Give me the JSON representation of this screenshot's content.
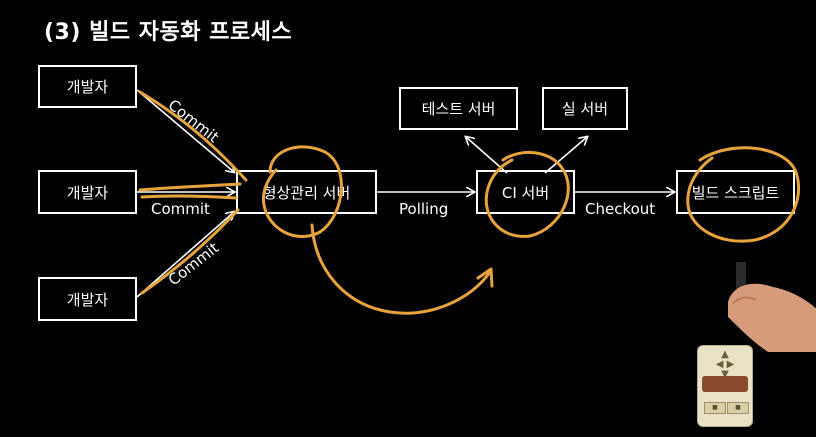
{
  "title": "(3) 빌드 자동화 프로세스",
  "boxes": {
    "dev1": "개발자",
    "dev2": "개발자",
    "dev3": "개발자",
    "vcs": "형상관리 서버",
    "ci": "CI 서버",
    "test": "테스트 서버",
    "real": "실 서버",
    "build": "빌드 스크립트"
  },
  "edge_labels": {
    "commit_top": "Commit",
    "commit_mid": "Commit",
    "commit_bottom": "Commit",
    "polling": "Polling",
    "checkout": "Checkout"
  },
  "colors": {
    "background": "#000000",
    "foreground": "#ffffff",
    "annotation": "#e8a33a"
  },
  "icons": {
    "annotation_stylus": "stylus-pen-icon",
    "navigation_widget": "navigation-widget-icon"
  }
}
